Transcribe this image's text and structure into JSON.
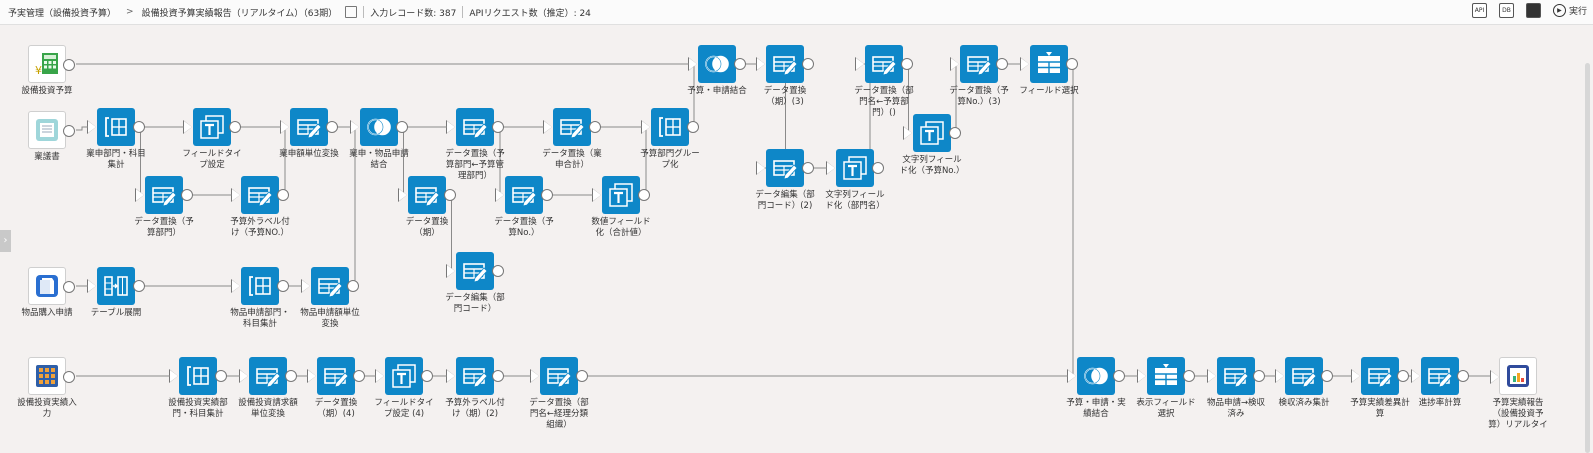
{
  "breadcrumb": {
    "root": "予実管理（設備投資予算）",
    "page": "設備投資予算実績報告（リアルタイム）（63期）",
    "record_count": "入力レコード数: 387",
    "api_count": "APIリクエスト数（推定）: 24"
  },
  "toolbar": {
    "run_label": "実行",
    "icon1": "API",
    "icon2": "DB"
  },
  "nodes": [
    {
      "id": "n1",
      "type": "calc",
      "label": "設備投資予算"
    },
    {
      "id": "n2",
      "type": "doc",
      "label": "稟議書"
    },
    {
      "id": "n3",
      "type": "aggregate",
      "label": "稟申部門・科目\n集計"
    },
    {
      "id": "n4",
      "type": "edit",
      "label": "データ置換（予\n算部門）"
    },
    {
      "id": "n5",
      "type": "text",
      "label": "フィールドタイ\nプ設定"
    },
    {
      "id": "n6",
      "type": "edit",
      "label": "予算外ラベル付\nけ（予算NO.）"
    },
    {
      "id": "n7",
      "type": "edit",
      "label": "稟申額単位変換"
    },
    {
      "id": "n8",
      "type": "join",
      "label": "稟申・物品申請\n結合"
    },
    {
      "id": "n9",
      "type": "edit",
      "label": "データ置換\n（期）"
    },
    {
      "id": "n10",
      "type": "edit",
      "label": "データ置換（予\n算部門←予算管\n理部門）"
    },
    {
      "id": "n11",
      "type": "edit",
      "label": "データ編集（部\n門コード）"
    },
    {
      "id": "n12",
      "type": "edit",
      "label": "データ置換（予\n算No.）"
    },
    {
      "id": "n13",
      "type": "edit",
      "label": "データ置換（稟\n申合計）"
    },
    {
      "id": "n14",
      "type": "text",
      "label": "数値フィールド\n化（合計値）"
    },
    {
      "id": "n15",
      "type": "aggregate",
      "label": "予算部門グルー\nプ化"
    },
    {
      "id": "n16",
      "type": "join",
      "label": "予算・申請結合"
    },
    {
      "id": "n17",
      "type": "edit",
      "label": "データ置換\n（期）(3)"
    },
    {
      "id": "n18",
      "type": "edit",
      "label": "データ編集（部\n門コード）(2)"
    },
    {
      "id": "n19",
      "type": "text",
      "label": "文字列フィール\nド化（部門名）"
    },
    {
      "id": "n20",
      "type": "edit",
      "label": "データ置換（部\n門名←予算部\n門）()"
    },
    {
      "id": "n21",
      "type": "text",
      "label": "文字列フィール\nド化（予算No.）"
    },
    {
      "id": "n22",
      "type": "edit",
      "label": "データ置換（予\n算No.）(3)"
    },
    {
      "id": "n23",
      "type": "select",
      "label": "フィールド選択"
    },
    {
      "id": "n24",
      "type": "doc2",
      "label": "物品購入申請"
    },
    {
      "id": "n25",
      "type": "table",
      "label": "テーブル展開"
    },
    {
      "id": "n26",
      "type": "aggregate",
      "label": "物品申請部門・\n科目集計"
    },
    {
      "id": "n27",
      "type": "edit",
      "label": "物品申請額単位\n変換"
    },
    {
      "id": "n28",
      "type": "abacus",
      "label": "設備投資実績入\n力"
    },
    {
      "id": "n29",
      "type": "aggregate",
      "label": "設備投資実績部\n門・科目集計"
    },
    {
      "id": "n30",
      "type": "edit",
      "label": "設備投資請求額\n単位変換"
    },
    {
      "id": "n31",
      "type": "edit",
      "label": "データ置換\n（期）(4)"
    },
    {
      "id": "n32",
      "type": "text",
      "label": "フィールドタイ\nプ設定 (4)"
    },
    {
      "id": "n33",
      "type": "edit",
      "label": "予算外ラベル付\nけ（期）(2)"
    },
    {
      "id": "n34",
      "type": "edit",
      "label": "データ置換（部\n門名←経理分類\n組織）"
    },
    {
      "id": "n35",
      "type": "join",
      "label": "予算・申請・実\n績結合"
    },
    {
      "id": "n36",
      "type": "select",
      "label": "表示フィールド\n選択"
    },
    {
      "id": "n37",
      "type": "edit",
      "label": "物品申請→検収\n済み"
    },
    {
      "id": "n38",
      "type": "edit",
      "label": "検収済み集計"
    },
    {
      "id": "n39",
      "type": "edit",
      "label": "予算実績差異計\n算"
    },
    {
      "id": "n40",
      "type": "edit",
      "label": "進捗率計算"
    },
    {
      "id": "n41",
      "type": "report",
      "label": "予算実績報告\n（設備投資予\n算）リアルタイ"
    }
  ]
}
